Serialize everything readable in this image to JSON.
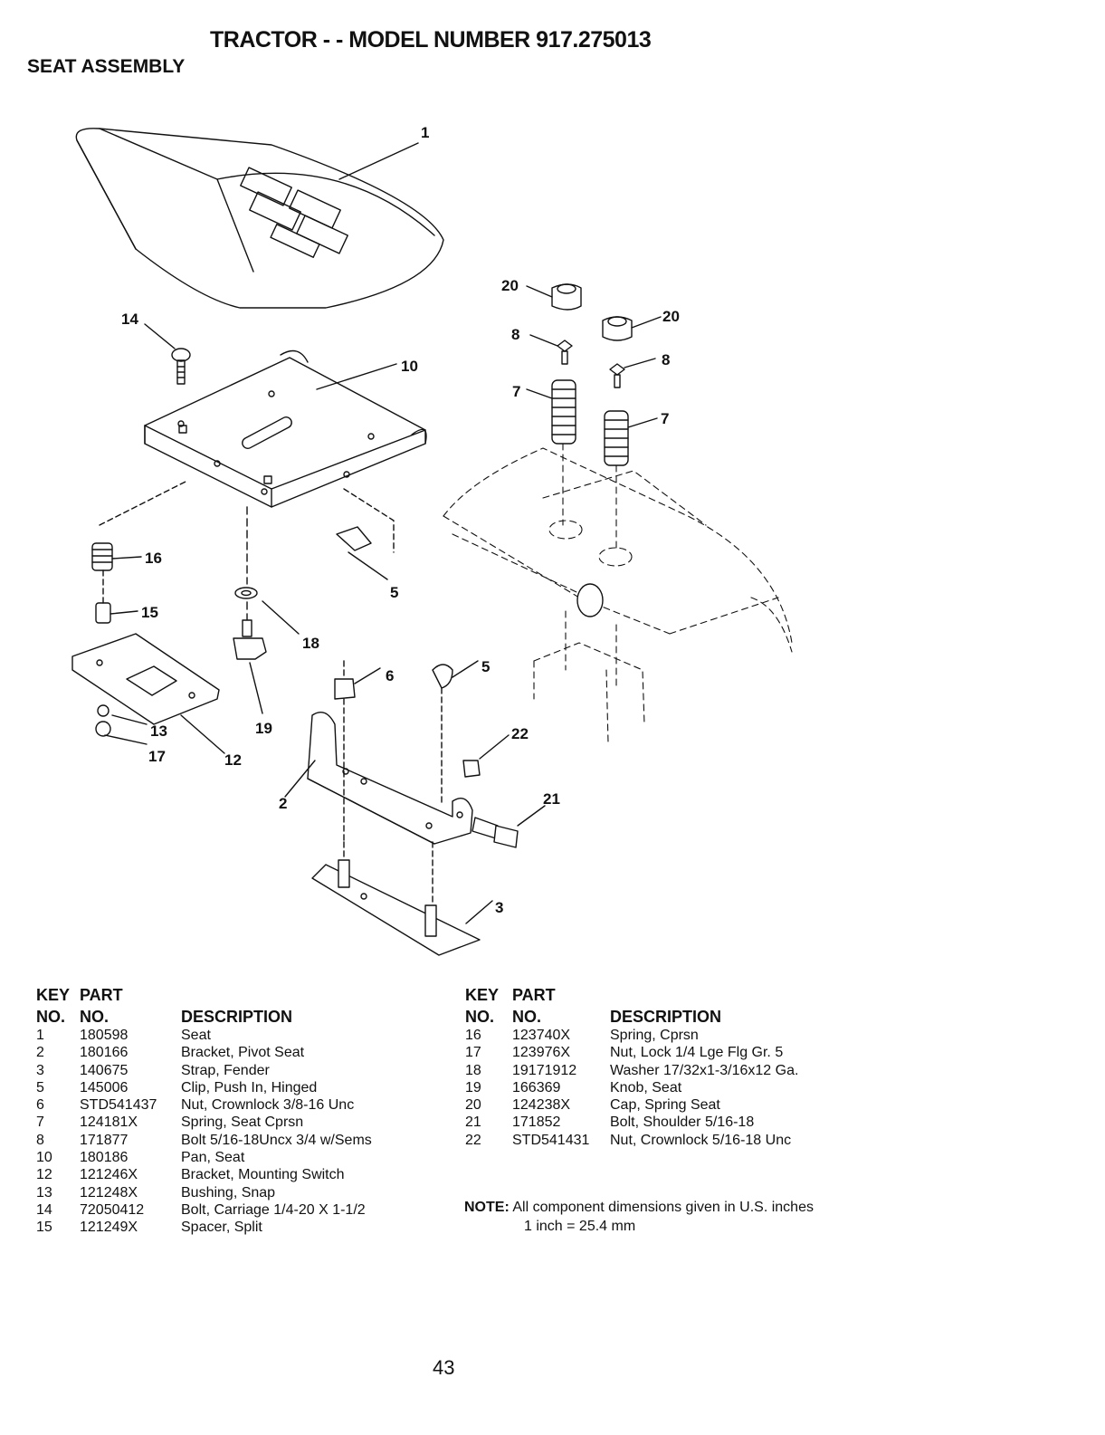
{
  "header": {
    "title": "TRACTOR - - MODEL NUMBER 917.275013",
    "subtitle": "SEAT ASSEMBLY"
  },
  "callouts": [
    "1",
    "2",
    "3",
    "5",
    "5",
    "6",
    "7",
    "7",
    "8",
    "8",
    "10",
    "12",
    "13",
    "14",
    "15",
    "16",
    "17",
    "18",
    "19",
    "20",
    "20",
    "21",
    "22"
  ],
  "table_headers": {
    "key_line1": "KEY",
    "key_line2": "NO.",
    "part_line1": "PART",
    "part_line2": "NO.",
    "description": "DESCRIPTION"
  },
  "parts_left": [
    {
      "key": "1",
      "part": "180598",
      "desc": "Seat"
    },
    {
      "key": "2",
      "part": "180166",
      "desc": "Bracket, Pivot Seat"
    },
    {
      "key": "3",
      "part": "140675",
      "desc": "Strap, Fender"
    },
    {
      "key": "5",
      "part": "145006",
      "desc": "Clip, Push In, Hinged"
    },
    {
      "key": "6",
      "part": "STD541437",
      "desc": "Nut, Crownlock 3/8-16 Unc"
    },
    {
      "key": "7",
      "part": "124181X",
      "desc": "Spring, Seat Cprsn"
    },
    {
      "key": "8",
      "part": "171877",
      "desc": "Bolt 5/16-18Uncx 3/4 w/Sems"
    },
    {
      "key": "10",
      "part": "180186",
      "desc": "Pan, Seat"
    },
    {
      "key": "12",
      "part": "121246X",
      "desc": "Bracket, Mounting Switch"
    },
    {
      "key": "13",
      "part": "121248X",
      "desc": "Bushing, Snap"
    },
    {
      "key": "14",
      "part": "72050412",
      "desc": "Bolt, Carriage 1/4-20 X 1-1/2"
    },
    {
      "key": "15",
      "part": "121249X",
      "desc": "Spacer, Split"
    }
  ],
  "parts_right": [
    {
      "key": "16",
      "part": "123740X",
      "desc": "Spring, Cprsn"
    },
    {
      "key": "17",
      "part": "123976X",
      "desc": "Nut, Lock 1/4 Lge Flg Gr. 5"
    },
    {
      "key": "18",
      "part": "19171912",
      "desc": "Washer 17/32x1-3/16x12 Ga."
    },
    {
      "key": "19",
      "part": "166369",
      "desc": "Knob, Seat"
    },
    {
      "key": "20",
      "part": "124238X",
      "desc": "Cap, Spring Seat"
    },
    {
      "key": "21",
      "part": "171852",
      "desc": "Bolt, Shoulder 5/16-18"
    },
    {
      "key": "22",
      "part": "STD541431",
      "desc": "Nut, Crownlock 5/16-18 Unc"
    }
  ],
  "note": {
    "label": "NOTE:",
    "line1": "All component dimensions given in U.S. inches",
    "line2": "1 inch = 25.4 mm"
  },
  "page_number": "43"
}
